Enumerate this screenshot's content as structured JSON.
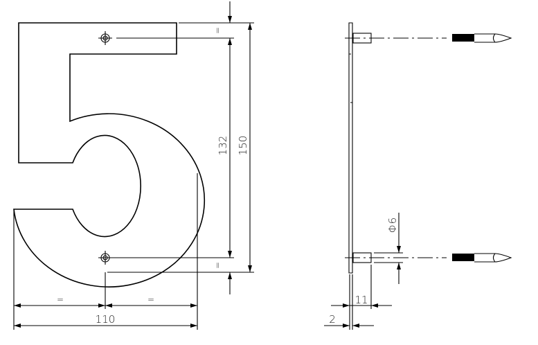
{
  "front_view": {
    "dim_height_holes": "132",
    "dim_height_total": "150",
    "dim_width_total": "110",
    "equal_mark": "="
  },
  "side_view": {
    "dim_pin_diameter": "Φ6",
    "dim_standoff": "11",
    "dim_thickness": "2"
  },
  "colors": {
    "line": "#000000",
    "background": "#ffffff"
  }
}
